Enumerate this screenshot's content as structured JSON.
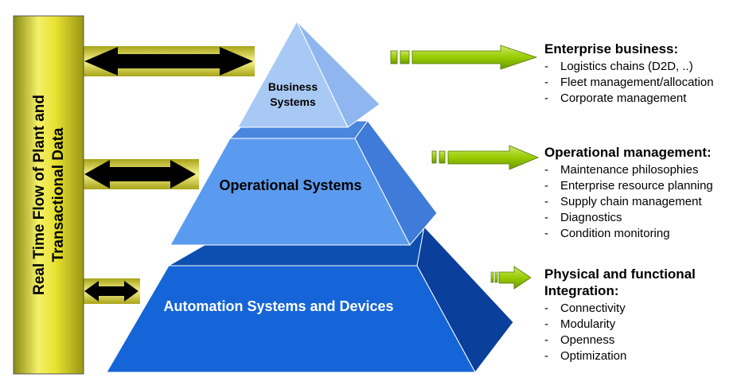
{
  "side_bar": {
    "line1": "Real Time Flow of Plant and",
    "line2": "Transactional Data"
  },
  "pyramid": {
    "top": {
      "line1": "Business",
      "line2": "Systems"
    },
    "middle": "Operational Systems",
    "bottom": "Automation Systems and Devices"
  },
  "panels": [
    {
      "title": "Enterprise business:",
      "items": [
        "Logistics chains (D2D, ..)",
        "Fleet management/allocation",
        "Corporate management"
      ]
    },
    {
      "title": "Operational management:",
      "items": [
        "Maintenance philosophies",
        "Enterprise resource planning",
        "Supply chain management",
        "Diagnostics",
        "Condition monitoring"
      ]
    },
    {
      "title": "Physical and functional Integration:",
      "items": [
        "Connectivity",
        "Modularity",
        "Openness",
        "Optimization"
      ]
    }
  ],
  "bullet_dash": "-",
  "colors": {
    "bar_yellow": "#e8e230",
    "arrow_green": "#99cc00",
    "tier_top": "#a9c9f5",
    "tier_mid": "#5b9bef",
    "tier_bot": "#1565d8"
  }
}
